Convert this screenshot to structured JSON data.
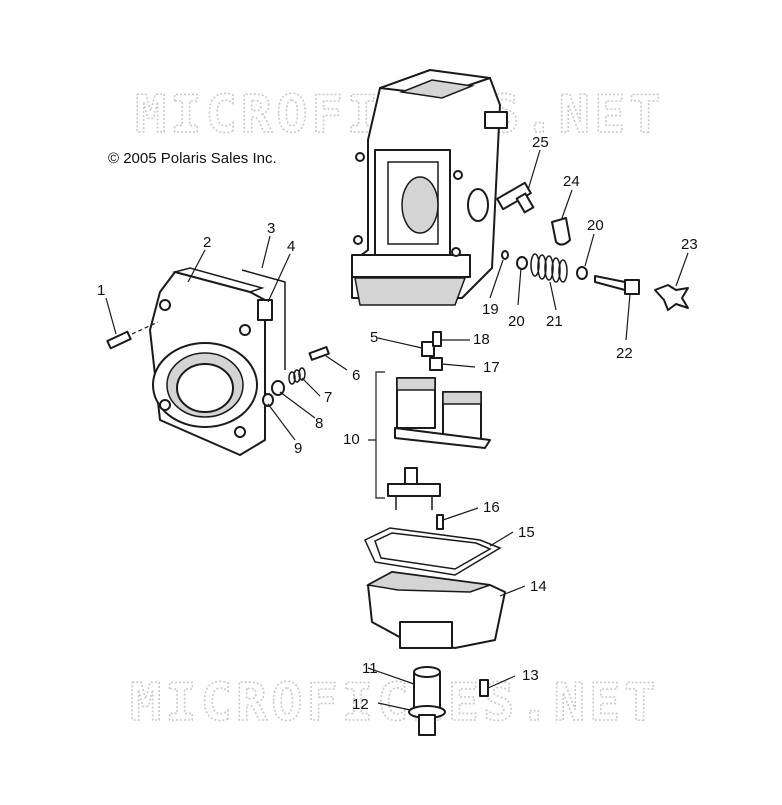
{
  "copyright": "© 2005 Polaris Sales Inc.",
  "watermarks": [
    "MICROFICHES.NET",
    "MICROFICHES.NET"
  ],
  "callouts": [
    "1",
    "2",
    "3",
    "4",
    "5",
    "6",
    "7",
    "8",
    "9",
    "10",
    "11",
    "12",
    "13",
    "14",
    "15",
    "16",
    "17",
    "18",
    "19",
    "20",
    "20",
    "21",
    "22",
    "23",
    "24",
    "25"
  ],
  "colors": {
    "line": "#1a1a1a",
    "watermark": "#c9c9c9",
    "background": "#ffffff"
  }
}
